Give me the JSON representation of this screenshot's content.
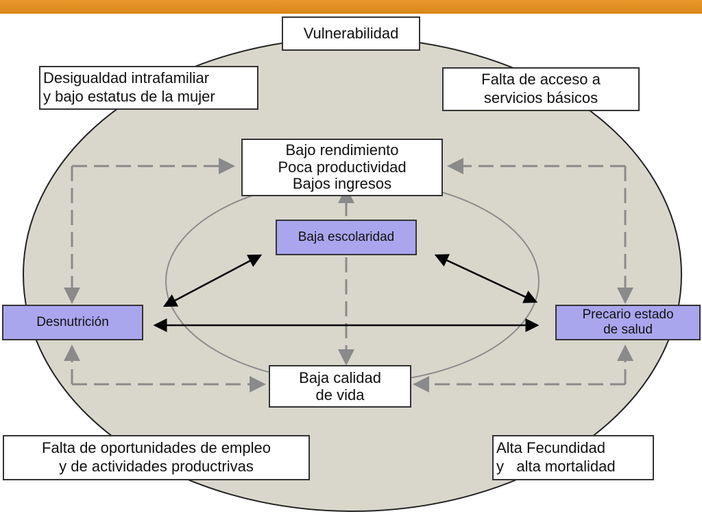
{
  "colors": {
    "header_bar": "#e09020",
    "outer_ellipse": "#d9d7cc",
    "highlight_box": "#a9a6ee",
    "dashed_arrow": "#8a8a8a",
    "solid_arrow": "#000000"
  },
  "nodes": {
    "vulnerabilidad": {
      "lines": [
        "Vulnerabilidad"
      ]
    },
    "desigualdad": {
      "lines": [
        "Desigualdad intrafamiliar",
        "y bajo estatus de la mujer"
      ]
    },
    "falta_acceso": {
      "lines": [
        "Falta de acceso a",
        "servicios básicos"
      ]
    },
    "bajo_rendimiento": {
      "lines": [
        "Bajo rendimiento",
        "Poca productividad",
        "Bajos ingresos"
      ]
    },
    "baja_escolaridad": {
      "lines": [
        "Baja escolaridad"
      ]
    },
    "desnutricion": {
      "lines": [
        "Desnutrición"
      ]
    },
    "precario_estado": {
      "lines": [
        "Precario estado",
        "de salud"
      ]
    },
    "baja_calidad": {
      "lines": [
        "Baja calidad",
        "de vida"
      ]
    },
    "falta_oportunidades": {
      "lines": [
        "Falta de oportunidades de empleo",
        "y de actividades productrivas"
      ]
    },
    "alta_fecundidad": {
      "lines": [
        "Alta Fecundidad",
        "y   alta mortalidad"
      ]
    }
  }
}
